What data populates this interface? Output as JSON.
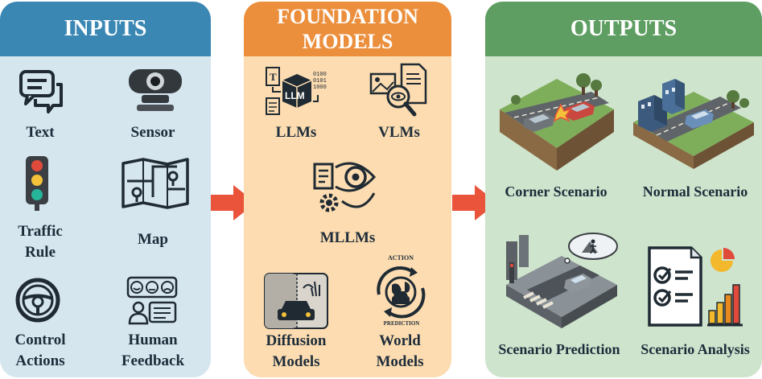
{
  "inputs": {
    "title": "INPUTS",
    "items": {
      "text": {
        "line1": "Text"
      },
      "sensor": {
        "line1": "Sensor"
      },
      "traffic": {
        "line1": "Traffic",
        "line2": "Rule"
      },
      "map": {
        "line1": "Map"
      },
      "control": {
        "line1": "Control",
        "line2": "Actions"
      },
      "human": {
        "line1": "Human",
        "line2": "Feedback"
      }
    }
  },
  "foundation": {
    "title_line1": "FOUNDATION",
    "title_line2": "MODELS",
    "items": {
      "llms": {
        "line1": "LLMs"
      },
      "vlms": {
        "line1": "VLMs"
      },
      "mllms": {
        "line1": "MLLMs"
      },
      "diffusion": {
        "line1": "Diffusion",
        "line2": "Models"
      },
      "world": {
        "line1": "World",
        "line2": "Models"
      }
    },
    "icon_text": {
      "llm_box": "LLM",
      "binary": [
        "0100",
        "0101",
        "1000"
      ],
      "world_top": "ACTION",
      "world_bottom": "PREDICTION"
    }
  },
  "outputs": {
    "title": "OUTPUTS",
    "items": {
      "corner": {
        "line1": "Corner Scenario"
      },
      "normal": {
        "line1": "Normal Scenario"
      },
      "prediction": {
        "line1": "Scenario Prediction"
      },
      "analysis": {
        "line1": "Scenario Analysis"
      }
    }
  },
  "colors": {
    "inputs_header": "#3a87b4",
    "inputs_bg": "#d5e6ee",
    "foundation_header": "#ec8f3c",
    "foundation_bg": "#fcdcb0",
    "outputs_header": "#5e9e62",
    "outputs_bg": "#cfe4cd",
    "arrow": "#e9543a"
  }
}
